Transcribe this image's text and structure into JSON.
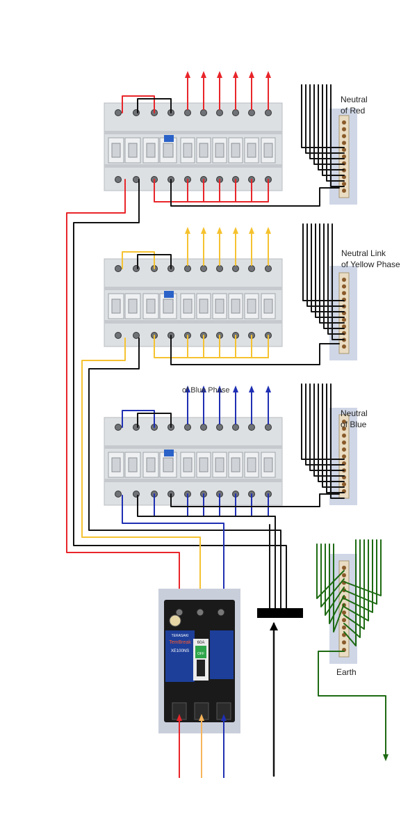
{
  "labels": {
    "neutral_red": [
      "Neutral",
      "of Red"
    ],
    "neutral_yellow": [
      "Neutral Link",
      "of Yellow Phase"
    ],
    "neutral_blue": [
      "Neutral",
      "of Blue"
    ],
    "blue_phase_fragment": "of Blue Phase",
    "earth": "Earth"
  },
  "mccb": {
    "brand_top": "TERASAKI",
    "brand": "TemBreak",
    "model": "XE100NS",
    "rating": "60A",
    "switch": "OFF"
  },
  "colors": {
    "red_phase": "#e8252a",
    "yellow_phase": "#f5c230",
    "blue_phase": "#1f2fb3",
    "neutral": "#111111",
    "earth": "#1d6a12",
    "panel": "#dde0e3"
  },
  "phases": [
    {
      "name": "red",
      "outgoing_circuits": 6
    },
    {
      "name": "yellow",
      "outgoing_circuits": 6
    },
    {
      "name": "blue",
      "outgoing_circuits": 6
    }
  ]
}
